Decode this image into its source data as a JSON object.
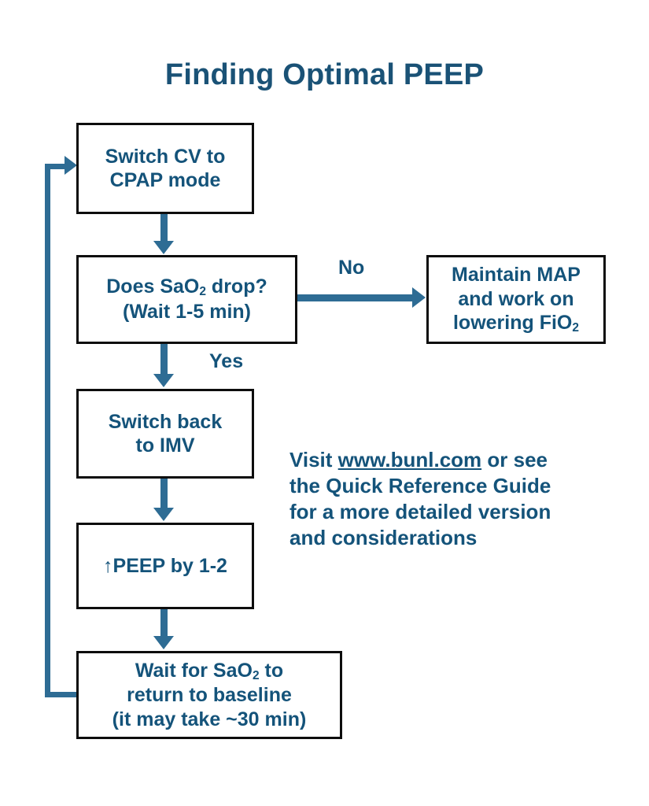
{
  "title": "Finding Optimal PEEP",
  "colors": {
    "text": "#14537a",
    "title": "#1a5276",
    "arrow": "#2e6c94",
    "box_border": "#0d0d0d",
    "background": "#ffffff"
  },
  "nodes": {
    "switch_cpap": {
      "line1": "Switch CV to",
      "line2": "CPAP mode"
    },
    "sao2_drop": {
      "line1_a": "Does SaO",
      "line1_sub": "2",
      "line1_b": " drop?",
      "line2": "(Wait 1-5 min)"
    },
    "maintain_map": {
      "line1": "Maintain MAP",
      "line2": "and work on",
      "line3_a": "lowering FiO",
      "line3_sub": "2"
    },
    "switch_imv": {
      "line1": "Switch back",
      "line2": "to IMV"
    },
    "peep_increase": {
      "line1": "↑PEEP by 1-2"
    },
    "wait_baseline": {
      "line1_a": "Wait for SaO",
      "line1_sub": "2",
      "line1_b": " to",
      "line2": "return to baseline",
      "line3": "(it may take ~30 min)"
    }
  },
  "edges": {
    "no_label": "No",
    "yes_label": "Yes"
  },
  "note": {
    "line1_a": "Visit ",
    "link": "www.bunl.com",
    "line1_b": " or see",
    "line2": "the Quick Reference Guide",
    "line3": "for a more detailed version",
    "line4": "and considerations"
  }
}
